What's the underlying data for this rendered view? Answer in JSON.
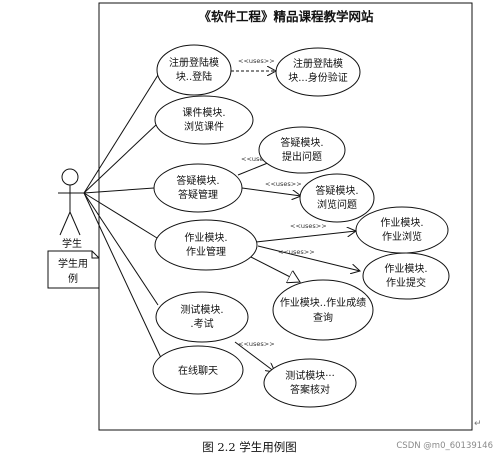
{
  "title": "《软件工程》精品课程教学网站",
  "actor": {
    "name": "学生"
  },
  "note": {
    "lines": [
      "学生用",
      "例"
    ]
  },
  "use_cases": [
    {
      "id": "register_login",
      "lines": [
        "注册登陆模",
        "块..登陆"
      ]
    },
    {
      "id": "identity_verify",
      "lines": [
        "注册登陆模",
        "块...身份验证"
      ]
    },
    {
      "id": "course",
      "lines": [
        "课件模块.",
        "浏览课件"
      ]
    },
    {
      "id": "qa_ask",
      "lines": [
        "答疑模块.",
        "提出问题"
      ]
    },
    {
      "id": "qa_manage",
      "lines": [
        "答疑模块.",
        "答疑管理"
      ]
    },
    {
      "id": "qa_browse",
      "lines": [
        "答疑模块.",
        "浏览问题"
      ]
    },
    {
      "id": "hw_manage",
      "lines": [
        "作业模块.",
        "作业管理"
      ]
    },
    {
      "id": "hw_browse",
      "lines": [
        "作业模块.",
        "作业浏览"
      ]
    },
    {
      "id": "hw_submit",
      "lines": [
        "作业模块.",
        "作业提交"
      ]
    },
    {
      "id": "hw_score",
      "lines": [
        "作业模块..作业成绩",
        "查询"
      ]
    },
    {
      "id": "test",
      "lines": [
        "测试模块.",
        ".考试"
      ]
    },
    {
      "id": "test_answer",
      "lines": [
        "测试模块···",
        "答案核对"
      ]
    },
    {
      "id": "chat",
      "lines": [
        "在线聊天"
      ]
    }
  ],
  "uses_label": "<<uses>>",
  "relations": [
    {
      "from": "register_login",
      "to": "identity_verify",
      "label": "<<uses>>"
    },
    {
      "from": "qa_manage",
      "to": "qa_ask",
      "label": "<<uses>>"
    },
    {
      "from": "qa_manage",
      "to": "qa_browse",
      "label": "<<uses>>"
    },
    {
      "from": "hw_manage",
      "to": "hw_browse",
      "label": "<<uses>>"
    },
    {
      "from": "hw_manage",
      "to": "hw_submit",
      "label": "<<uses>>"
    },
    {
      "from": "hw_manage",
      "to": "hw_score",
      "label": ""
    },
    {
      "from": "test",
      "to": "test_answer",
      "label": "<<uses>>"
    }
  ],
  "caption": "图 2.2  学生用例图",
  "watermark": "CSDN @m0_60139146",
  "para_mark": "↵"
}
